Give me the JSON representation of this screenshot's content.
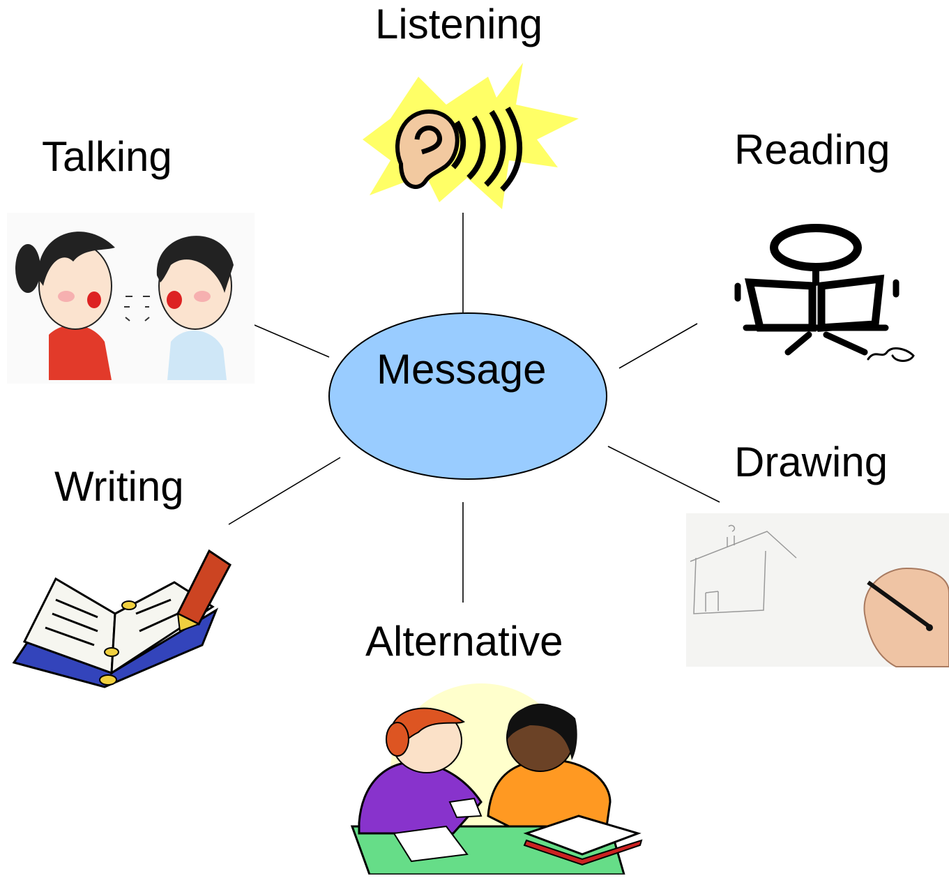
{
  "center": {
    "label": "Message",
    "fill": "#99ccff",
    "stroke": "#000000"
  },
  "nodes": {
    "listening": {
      "label": "Listening",
      "icon": "ear-icon"
    },
    "talking": {
      "label": "Talking",
      "icon": "talking-children-icon"
    },
    "reading": {
      "label": "Reading",
      "icon": "reading-person-icon"
    },
    "writing": {
      "label": "Writing",
      "icon": "notebook-pencil-icon"
    },
    "drawing": {
      "label": "Drawing",
      "icon": "hand-drawing-house-icon"
    },
    "alternative": {
      "label": "Alternative",
      "icon": "students-sharing-icon"
    }
  },
  "colors": {
    "burst": "#ffff66",
    "table": "#66dd88",
    "purple": "#8833cc",
    "orange": "#ff9922",
    "sun": "#ffffcc"
  }
}
